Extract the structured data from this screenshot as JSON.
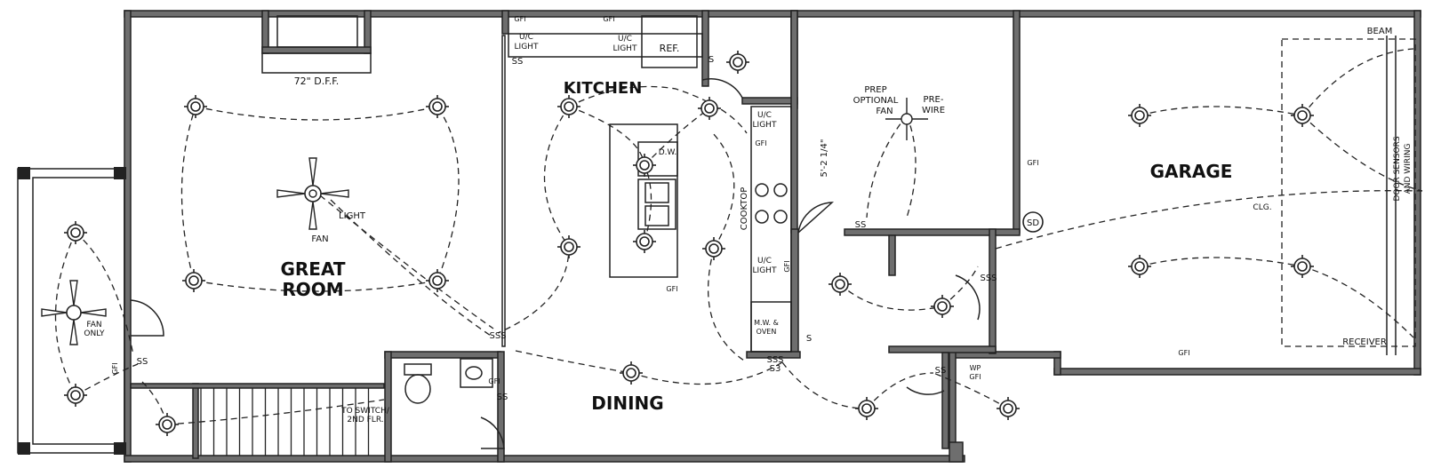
{
  "title": "Floor Plan - Electrical Layout",
  "rooms": {
    "great_room": [
      "GREAT",
      "ROOM"
    ],
    "kitchen": "KITCHEN",
    "dining": "DINING",
    "garage": "GARAGE"
  },
  "labels": {
    "fireplace": "72\" D.F.F.",
    "fan": "FAN",
    "light": "LIGHT",
    "fan_only": [
      "FAN",
      "ONLY"
    ],
    "dw": "D.W.",
    "ref": "REF.",
    "uc_light": [
      "U/C",
      "LIGHT"
    ],
    "gfi": "GFI",
    "cooktop": "COOKTOP",
    "mw_oven": [
      "M.W. &",
      "OVEN"
    ],
    "prep_fan": [
      "PREP",
      "OPTIONAL",
      "FAN"
    ],
    "pre_wire": [
      "PRE-",
      "WIRE"
    ],
    "dimension": "5'-2 1/4\"",
    "sd": "SD",
    "clg": "CLG.",
    "beam": "BEAM",
    "receiver": "RECEIVER",
    "door_sensors": [
      "DOOR SENSORS",
      "AND WIRING"
    ],
    "to_switch": [
      "TO SWITCH/",
      "2ND FLR."
    ],
    "wp_gfi": [
      "WP",
      "GFI"
    ],
    "switches": {
      "s": "S",
      "ss": "SS",
      "sss": "SSS",
      "s3": "S3"
    }
  }
}
